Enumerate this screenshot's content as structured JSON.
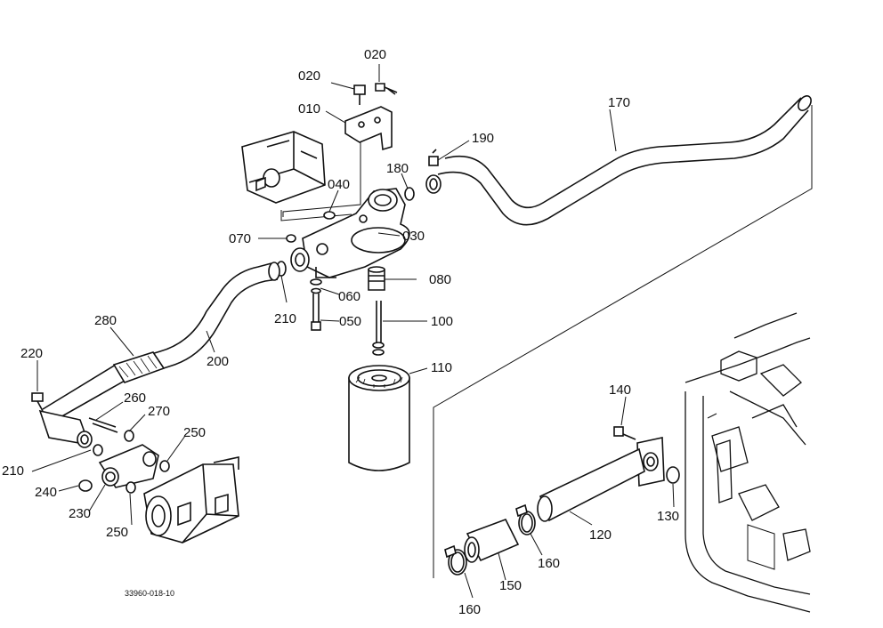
{
  "diagram": {
    "part_labels": {
      "p010": "010",
      "p020a": "020",
      "p020b": "020",
      "p030": "030",
      "p040": "040",
      "p050": "050",
      "p060": "060",
      "p070": "070",
      "p080": "080",
      "p100": "100",
      "p110": "110",
      "p120": "120",
      "p130": "130",
      "p140": "140",
      "p150": "150",
      "p160a": "160",
      "p160b": "160",
      "p170": "170",
      "p180": "180",
      "p190": "190",
      "p200": "200",
      "p210a": "210",
      "p210b": "210",
      "p220": "220",
      "p230": "230",
      "p240": "240",
      "p250a": "250",
      "p250b": "250",
      "p260": "260",
      "p270": "270",
      "p280": "280"
    },
    "drawing_number": "33960-018-10"
  }
}
